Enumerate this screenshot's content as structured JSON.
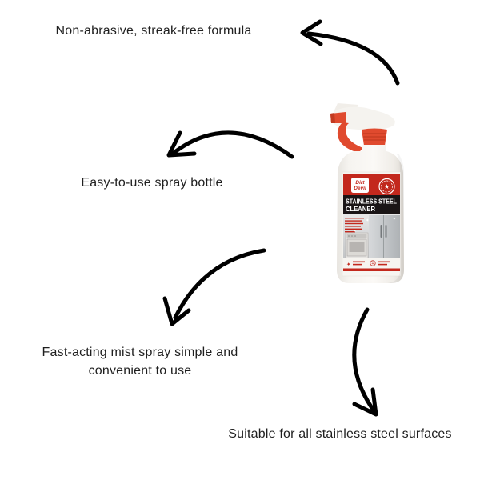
{
  "canvas": {
    "background": "#ffffff",
    "text_color": "#1f1f1f",
    "arrow_color": "#000000"
  },
  "callouts": [
    {
      "id": "non-abrasive",
      "text": "Non-abrasive, streak-free formula"
    },
    {
      "id": "easy-to-use",
      "text": "Easy-to-use spray bottle"
    },
    {
      "id": "fast-acting",
      "text": "Fast-acting mist spray simple and convenient to use"
    },
    {
      "id": "suitable",
      "text": "Suitable for all stainless steel surfaces"
    }
  ],
  "product": {
    "brand_line1": "Dirt",
    "brand_line2": "Devil",
    "label_title_line1": "STAINLESS STEEL",
    "label_title_line2": "CLEANER",
    "glyphs": {
      "badge_star": "★",
      "sparkle": "✦",
      "plus": "+"
    },
    "colors": {
      "sprayer_red": "#e04a2e",
      "label_red": "#c3281d",
      "band_black": "#1a1516",
      "bottle_white": "#f6f4f0",
      "steel_gray": "#c9cbcd"
    }
  }
}
